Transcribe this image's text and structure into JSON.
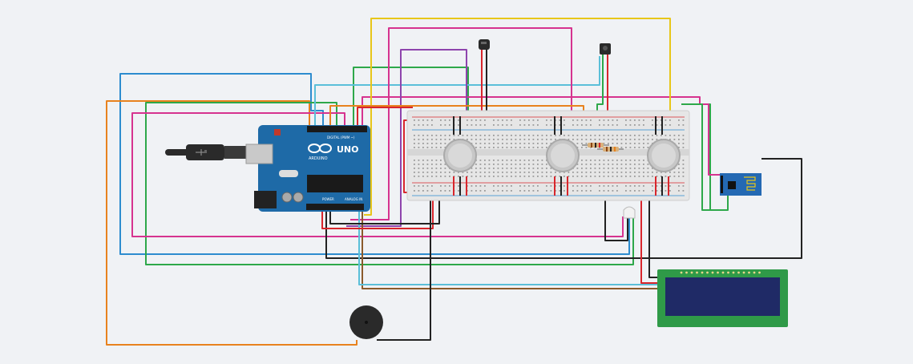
{
  "arduino": {
    "brand": "ARDUINO",
    "model": "UNO",
    "digital_label": "DIGITAL (PWM ~)",
    "power_label": "POWER",
    "analog_label": "ANALOG IN"
  },
  "colors": {
    "background": "#f0f2f5",
    "arduino_board": "#1e6aa7",
    "breadboard": "#e6e6e6",
    "lcd_pcb": "#2f9a48",
    "lcd_screen": "#1f2a66",
    "wifi_module": "#2469b3",
    "buzzer": "#2a2a2a",
    "wire_blue": "#2d8ccf",
    "wire_orange": "#e8821e",
    "wire_green": "#2ea84a",
    "wire_magenta": "#d6338f",
    "wire_purple": "#8e44ad",
    "wire_yellow": "#e8c619",
    "wire_cyan": "#5bbfd9",
    "wire_red": "#d8262c",
    "wire_black": "#222222",
    "wire_brown": "#8b5a2b"
  },
  "components": [
    {
      "name": "arduino-uno",
      "icon": "arduino-board-icon"
    },
    {
      "name": "usb-cable",
      "icon": "usb-plug-icon"
    },
    {
      "name": "breadboard",
      "icon": "breadboard-icon"
    },
    {
      "name": "gas-sensor",
      "count": 3,
      "icon": "gas-sensor-icon"
    },
    {
      "name": "temperature-sensor",
      "count": 2,
      "icon": "sensor-icon"
    },
    {
      "name": "resistor",
      "count": 2,
      "icon": "resistor-icon"
    },
    {
      "name": "rgb-led",
      "icon": "led-icon"
    },
    {
      "name": "wifi-module",
      "icon": "wifi-module-icon"
    },
    {
      "name": "lcd-16x2",
      "icon": "lcd-icon"
    },
    {
      "name": "piezo-buzzer",
      "icon": "buzzer-icon"
    }
  ]
}
